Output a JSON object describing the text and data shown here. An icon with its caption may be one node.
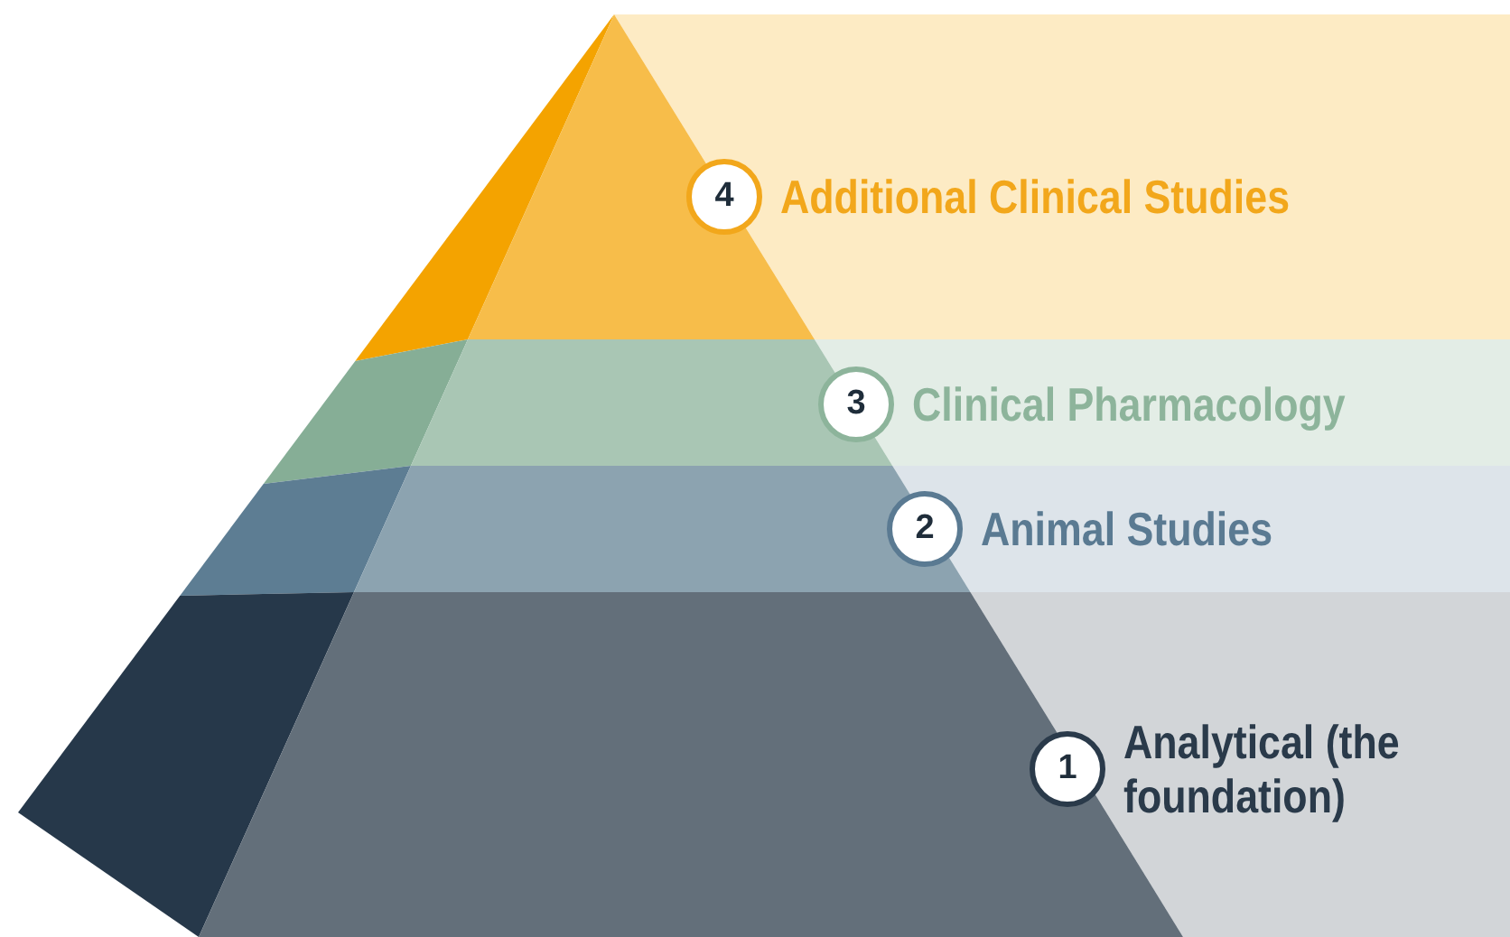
{
  "diagram": {
    "nodes": [
      {
        "text": [
          "4",
          "Additional Clinical Studies"
        ]
      },
      {
        "text": [
          "3",
          "Clinical Pharmacology"
        ]
      },
      {
        "text": [
          "2",
          "Animal Studies"
        ]
      },
      {
        "text": [
          "1",
          "Analytical (the foundation)"
        ]
      }
    ],
    "edges": []
  }
}
